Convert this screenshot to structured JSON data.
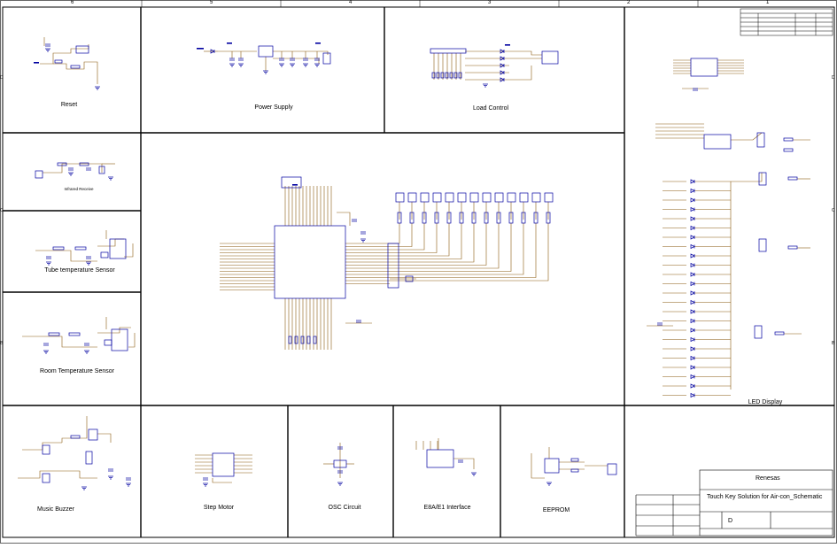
{
  "sheet": {
    "column_numbers": [
      "6",
      "5",
      "4",
      "3",
      "2",
      "1"
    ],
    "row_letters": [
      "D",
      "C",
      "B"
    ]
  },
  "blocks": {
    "reset": "Reset",
    "power_supply": "Power Supply",
    "load_control": "Load Control",
    "infrared": "Infrared Receive",
    "tube_temp": "Tube temperature Sensor",
    "room_temp": "Room Temperature Sensor",
    "led_display": "LED Display",
    "music_buzzer": "Music Buzzer",
    "step_motor": "Step Motor",
    "osc_circuit": "OSC Circuit",
    "e8a_interface": "E8A/E1 Interface",
    "eeprom": "EEPROM"
  },
  "title_block": {
    "company": "Renesas",
    "title": "Touch Key Solution for Air-con_Schematic",
    "size": "D"
  },
  "colors": {
    "wire": "#8a5a10",
    "component": "#0000a0",
    "frame": "#000000"
  }
}
